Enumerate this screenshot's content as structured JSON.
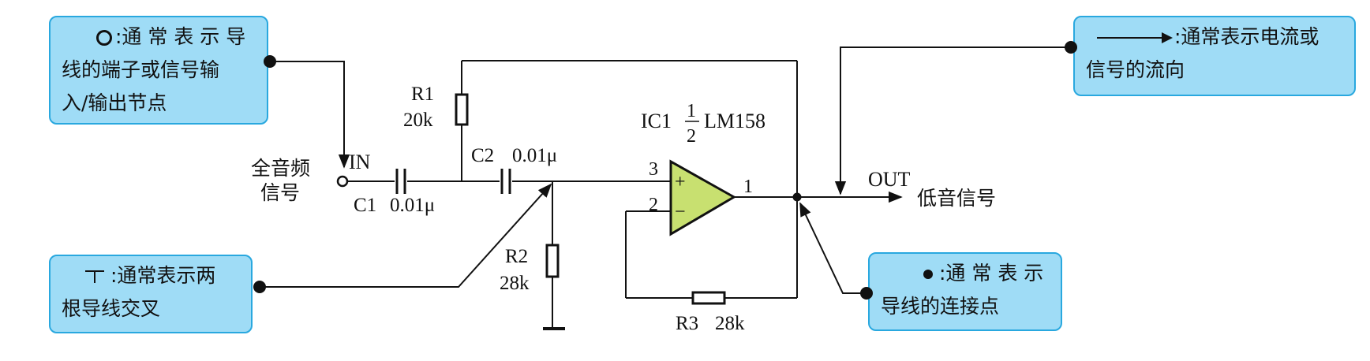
{
  "callouts": {
    "terminal": {
      "line1": ":通 常 表 示 导",
      "line2": "线的端子或信号输",
      "line3": "入/输出节点"
    },
    "crossing": {
      "line1": ":通常表示两",
      "line2": "根导线交叉"
    },
    "direction": {
      "line1": ":通常表示电流或",
      "line2": "信号的流向"
    },
    "junction": {
      "line1": ":通 常 表 示",
      "line2": "导线的连接点"
    }
  },
  "circuit": {
    "input_label_1": "全音频",
    "input_label_2": "信号",
    "in_label": "IN",
    "out_label": "OUT",
    "output_desc": "低音信号",
    "ic_name": "IC1",
    "ic_frac_num": "1",
    "ic_frac_den": "2",
    "ic_part": "LM158",
    "pin_plus": "3",
    "pin_minus": "2",
    "pin_out": "1",
    "plus_sign": "+",
    "minus_sign": "−",
    "c1_name": "C1",
    "c1_value": "0.01μ",
    "c2_name": "C2",
    "c2_value": "0.01μ",
    "r1_name": "R1",
    "r1_value": "20k",
    "r2_name": "R2",
    "r2_value": "28k",
    "r3_name": "R3",
    "r3_value": "28k"
  },
  "colors": {
    "callout_fill": "#9fdcf6",
    "callout_border": "#29a8df",
    "opamp_fill": "#c8e070",
    "wire": "#111111"
  }
}
